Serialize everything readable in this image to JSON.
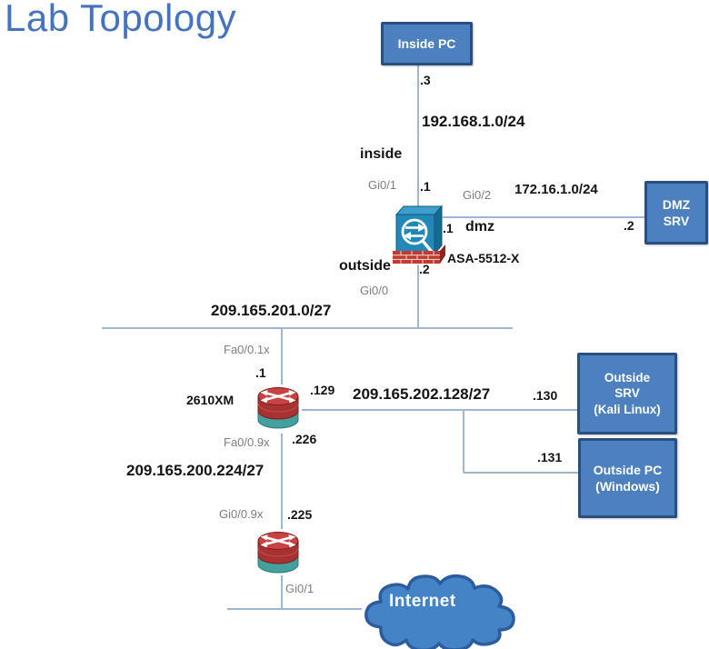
{
  "title": "Lab Topology",
  "nodes": {
    "inside_pc": "Inside PC",
    "dmz_srv": "DMZ\nSRV",
    "outside_srv": "Outside\nSRV\n(Kali Linux)",
    "outside_pc": "Outside PC\n(Windows)",
    "internet": "Internet"
  },
  "devices": {
    "asa_model": "ASA-5512-X",
    "router1_model": "2610XM"
  },
  "zones": {
    "inside": "inside",
    "dmz": "dmz",
    "outside": "outside"
  },
  "networks": {
    "inside": "192.168.1.0/24",
    "dmz": "172.16.1.0/24",
    "outside_transit": "209.165.201.0/27",
    "outside_lan": "209.165.202.128/27",
    "isp_link": "209.165.200.224/27"
  },
  "interfaces": {
    "asa_inside": "Gi0/1",
    "asa_dmz": "Gi0/2",
    "asa_outside": "Gi0/0",
    "router1_upstream": "Fa0/0.1x",
    "router1_downstream": "Fa0/0.9x",
    "router2_upstream": "Gi0/0.9x",
    "router2_downstream": "Gi0/1"
  },
  "addresses": {
    "inside_pc": ".3",
    "asa_inside": ".1",
    "asa_dmz": ".1",
    "dmz_srv": ".2",
    "asa_outside": ".2",
    "router1_upstream": ".1",
    "router1_outside_lan": ".129",
    "outside_srv": ".130",
    "outside_pc": ".131",
    "router1_downstream": ".226",
    "router2_upstream": ".225"
  },
  "colors": {
    "title_blue": "#4573BF",
    "node_fill": "#4C80BE",
    "node_border": "#294F82",
    "link": "#9DB6D5",
    "interface_gray": "#7D7D7D",
    "cloud_fill": "#4483C6",
    "router_red": "#C94141",
    "router_teal": "#43A09D",
    "asa_blue": "#2288B8"
  }
}
